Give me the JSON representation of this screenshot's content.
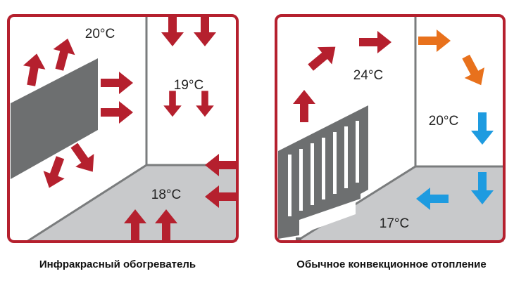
{
  "colors": {
    "frame": "#b5202e",
    "hot": "#b5202e",
    "warm": "#e8711c",
    "cold": "#1e9be0",
    "heater": "#6d6f70",
    "floor": "#c8c9cb",
    "wall_line": "#7a7c7d"
  },
  "infrared": {
    "caption": "Инфракрасный обогреватель",
    "temps": {
      "upper_wall": "20°C",
      "side_wall": "19°C",
      "floor": "18°C"
    }
  },
  "convection": {
    "caption": "Обычное конвекционное отопление",
    "temps": {
      "upper_air": "24°C",
      "side_wall": "20°C",
      "floor": "17°C"
    }
  }
}
